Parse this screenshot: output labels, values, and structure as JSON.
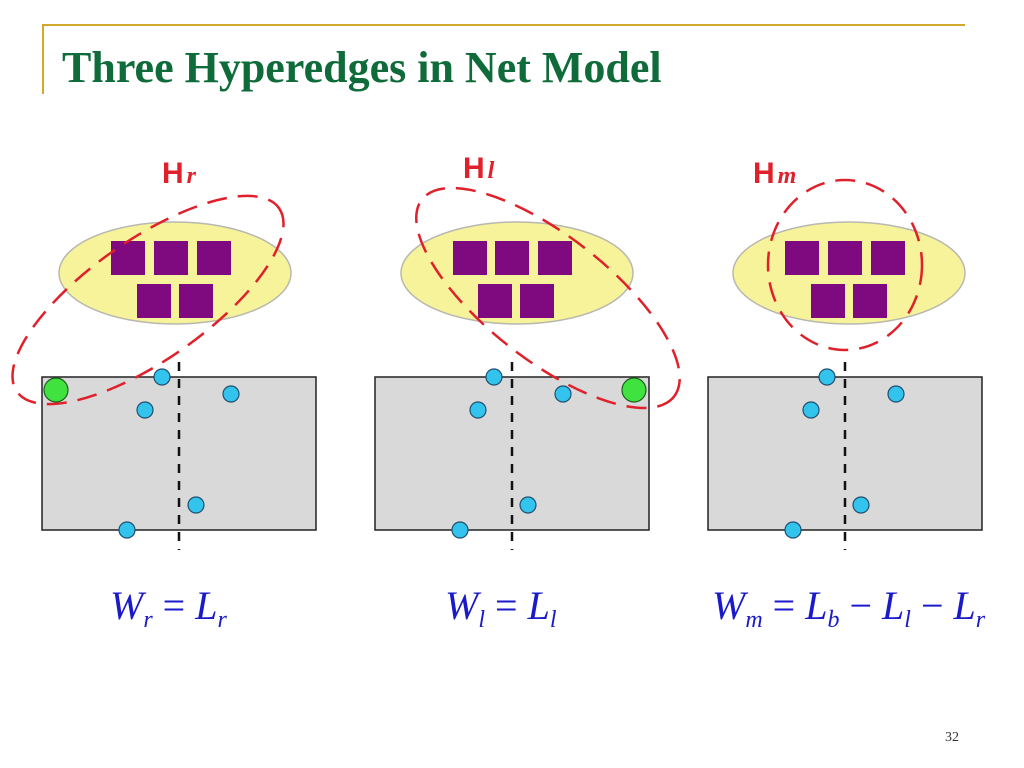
{
  "slide": {
    "title": "Three Hyperedges in Net Model",
    "page_number": "32"
  },
  "colors": {
    "title": "#0f6b3a",
    "accent_line": "#d4a82a",
    "hyperedge": "#e0202a",
    "cell_oval": "#f7f39a",
    "cell": "#7f0a7f",
    "region_fill": "#d9d9d9",
    "pin": "#33c4ee",
    "terminal": "#3fe23f",
    "equation": "#1a1ac8"
  },
  "hyperedges": [
    {
      "letter": "H",
      "subscript": "r"
    },
    {
      "letter": "H",
      "subscript": "l"
    },
    {
      "letter": "H",
      "subscript": "m"
    }
  ],
  "equations": [
    {
      "lhs": "W",
      "lhs_sub": "r",
      "op": "=",
      "rhs": [
        {
          "sym": "L",
          "sub": "r"
        }
      ]
    },
    {
      "lhs": "W",
      "lhs_sub": "l",
      "op": "=",
      "rhs": [
        {
          "sym": "L",
          "sub": "l"
        }
      ]
    },
    {
      "lhs": "W",
      "lhs_sub": "m",
      "op": "=",
      "rhs": [
        {
          "sym": "L",
          "sub": "b"
        },
        {
          "op": "−"
        },
        {
          "sym": "L",
          "sub": "l"
        },
        {
          "op": "−"
        },
        {
          "sym": "L",
          "sub": "r"
        }
      ]
    }
  ]
}
